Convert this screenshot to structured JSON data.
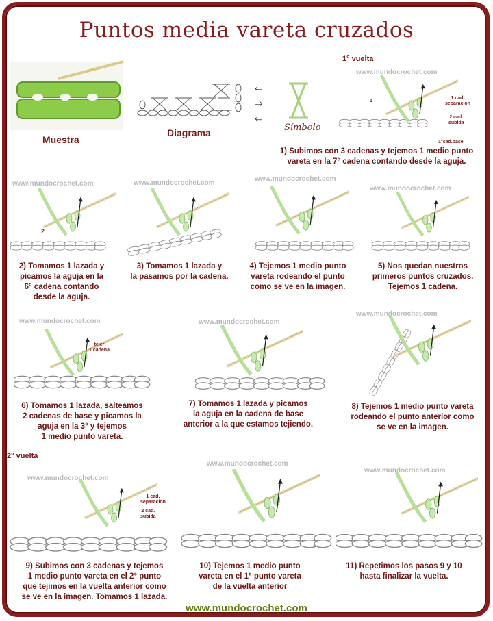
{
  "title": "Puntos media vareta cruzados",
  "header": {
    "muestra_label": "Muestra",
    "diagrama_label": "Diagrama",
    "simbolo_label": "Símbolo"
  },
  "rounds": {
    "first": "1° vuelta",
    "second": "2° vuelta"
  },
  "watermark": "www.mundocrochet.com",
  "annotations": {
    "sep": "1 cad.\nseparación",
    "subida": "2 cad.\nsubida",
    "base": "1°cad.base",
    "tejer": "tejer\n1 cadena",
    "arrow1": "1",
    "arrow2": "2"
  },
  "steps": [
    {
      "caption": "1) Subimos con 3 cadenas y tejemos 1 medio punto\nvareta en la 7° cadena contando desde la aguja."
    },
    {
      "caption": "2) Tomamos 1 lazada y\npicamos la aguja en la\n6° cadena contando\ndesde la aguja."
    },
    {
      "caption": "3) Tomamos 1 lazada y\nla pasamos por la cadena."
    },
    {
      "caption": "4) Tejemos 1 medio punto\nvareta rodeando el punto\ncomo se ve en la imagen."
    },
    {
      "caption": "5) Nos quedan nuestros\nprimeros puntos cruzados.\nTejemos 1 cadena."
    },
    {
      "caption": "6) Tomamos 1 lazada, salteamos\n2 cadenas de base y picamos la\naguja en la 3° y tejemos\n1 medio punto vareta."
    },
    {
      "caption": "7) Tomamos 1 lazada y picamos\nla aguja en la cadena de base\nanterior a la que estamos tejiendo."
    },
    {
      "caption": "8) Tejemos 1 medio punto vareta\nrodeando el punto anterior como\nse ve en la imagen."
    },
    {
      "caption": "9) Subimos con 3 cadenas y tejemos\n1 medio punto vareta en el 2° punto\nque tejimos en la vuelta anterior como\nse ve en la imagen. Tomamos 1 lazada."
    },
    {
      "caption": "10) Tejemos 1 medio punto\nvareta en el  1° punto vareta\nde la vuelta anterior"
    },
    {
      "caption": "11) Repetimos los pasos 9 y 10\nhasta finalizar la vuelta."
    }
  ],
  "footer": "www.mundocrochet.com",
  "colors": {
    "frame": "#8a1c1c",
    "text": "#7a1a1a",
    "yarn": "#a8d88a",
    "footer": "#5f7f12"
  }
}
